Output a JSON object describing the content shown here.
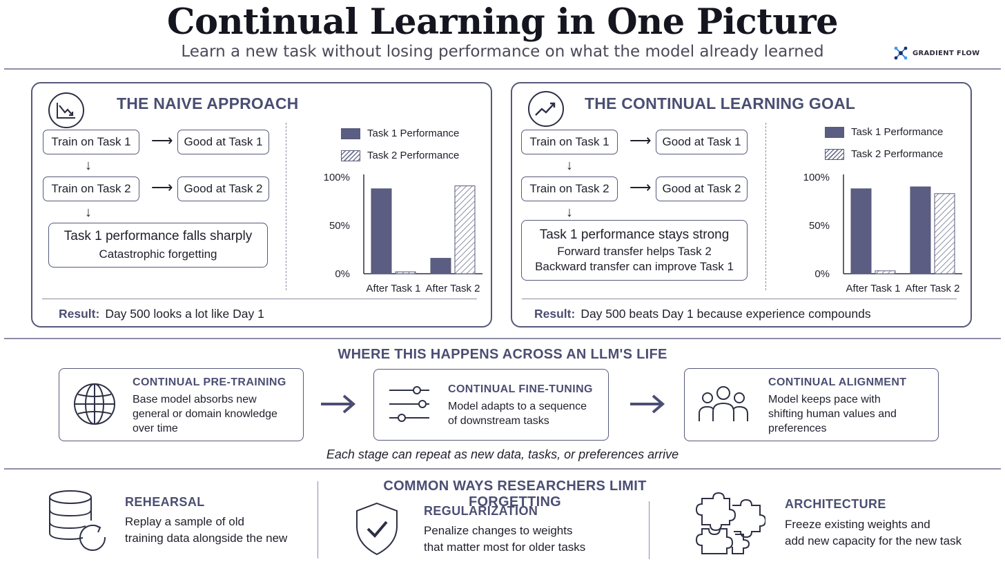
{
  "header": {
    "title": "Continual Learning in One Picture",
    "subtitle": "Learn a new task without losing performance on what the model already learned",
    "logo_text": "GRADIENT FLOW"
  },
  "naive": {
    "title": "THE NAIVE APPROACH",
    "icon": "trend-down-icon",
    "flow": {
      "train1": "Train on Task 1",
      "good1": "Good at Task 1",
      "train2": "Train on Task 2",
      "good2": "Good at Task 2",
      "outcome_line1": "Task 1 performance falls sharply",
      "outcome_line2": "Catastrophic forgetting"
    },
    "result_label": "Result:",
    "result_text": "Day 500 looks a lot like Day 1"
  },
  "goal": {
    "title": "THE CONTINUAL LEARNING GOAL",
    "icon": "trend-up-icon",
    "flow": {
      "train1": "Train on Task 1",
      "good1": "Good at Task 1",
      "train2": "Train on Task 2",
      "good2": "Good at Task 2",
      "outcome_line1": "Task 1 performance stays strong",
      "outcome_line2": "Forward transfer helps Task 2",
      "outcome_line3": "Backward transfer can improve Task 1"
    },
    "result_label": "Result:",
    "result_text": "Day 500 beats Day 1 because experience compounds"
  },
  "chart_data": [
    {
      "type": "bar",
      "categories": [
        "After Task 1",
        "After Task 2"
      ],
      "series": [
        {
          "name": "Task 1 Performance",
          "values": [
            88,
            16
          ]
        },
        {
          "name": "Task 2 Performance",
          "values": [
            2,
            91
          ]
        }
      ],
      "ylim": [
        0,
        100
      ],
      "yticks": [
        "0%",
        "50%",
        "100%"
      ],
      "ytick_values": [
        0,
        50,
        100
      ],
      "colors": [
        "#5b5e82",
        "#6b6e8e"
      ]
    },
    {
      "type": "bar",
      "categories": [
        "After Task 1",
        "After Task 2"
      ],
      "series": [
        {
          "name": "Task 1 Performance",
          "values": [
            88,
            90
          ]
        },
        {
          "name": "Task 2 Performance",
          "values": [
            3,
            83
          ]
        }
      ],
      "ylim": [
        0,
        100
      ],
      "yticks": [
        "0%",
        "50%",
        "100%"
      ],
      "ytick_values": [
        0,
        50,
        100
      ],
      "colors": [
        "#5b5e82",
        "#6b6e8e"
      ]
    }
  ],
  "lifecycle": {
    "title": "WHERE THIS HAPPENS ACROSS AN LLM'S LIFE",
    "stages": [
      {
        "title": "CONTINUAL PRE-TRAINING",
        "icon": "globe-icon",
        "lines": [
          "Base model absorbs new",
          "general or domain knowledge",
          "over time"
        ]
      },
      {
        "title": "CONTINUAL FINE-TUNING",
        "icon": "sliders-icon",
        "lines": [
          "Model adapts to a sequence",
          "of downstream tasks"
        ]
      },
      {
        "title": "CONTINUAL ALIGNMENT",
        "icon": "people-icon",
        "lines": [
          "Model keeps pace with",
          "shifting human values and",
          "preferences"
        ]
      }
    ],
    "note": "Each stage can repeat as new data, tasks, or preferences arrive"
  },
  "methods": {
    "title": "COMMON WAYS RESEARCHERS LIMIT FORGETTING",
    "items": [
      {
        "title": "REHEARSAL",
        "icon": "database-refresh-icon",
        "lines": [
          "Replay a sample of old",
          "training data alongside the new"
        ]
      },
      {
        "title": "REGULARIZATION",
        "icon": "shield-check-icon",
        "lines": [
          "Penalize changes to weights",
          "that matter most for older tasks"
        ]
      },
      {
        "title": "ARCHITECTURE",
        "icon": "puzzle-icon",
        "lines": [
          "Freeze existing weights and",
          "add new capacity for the new task"
        ]
      }
    ]
  },
  "colors": {
    "accent": "#4b4e72",
    "border": "#55587a",
    "bar_solid": "#5b5e82"
  }
}
